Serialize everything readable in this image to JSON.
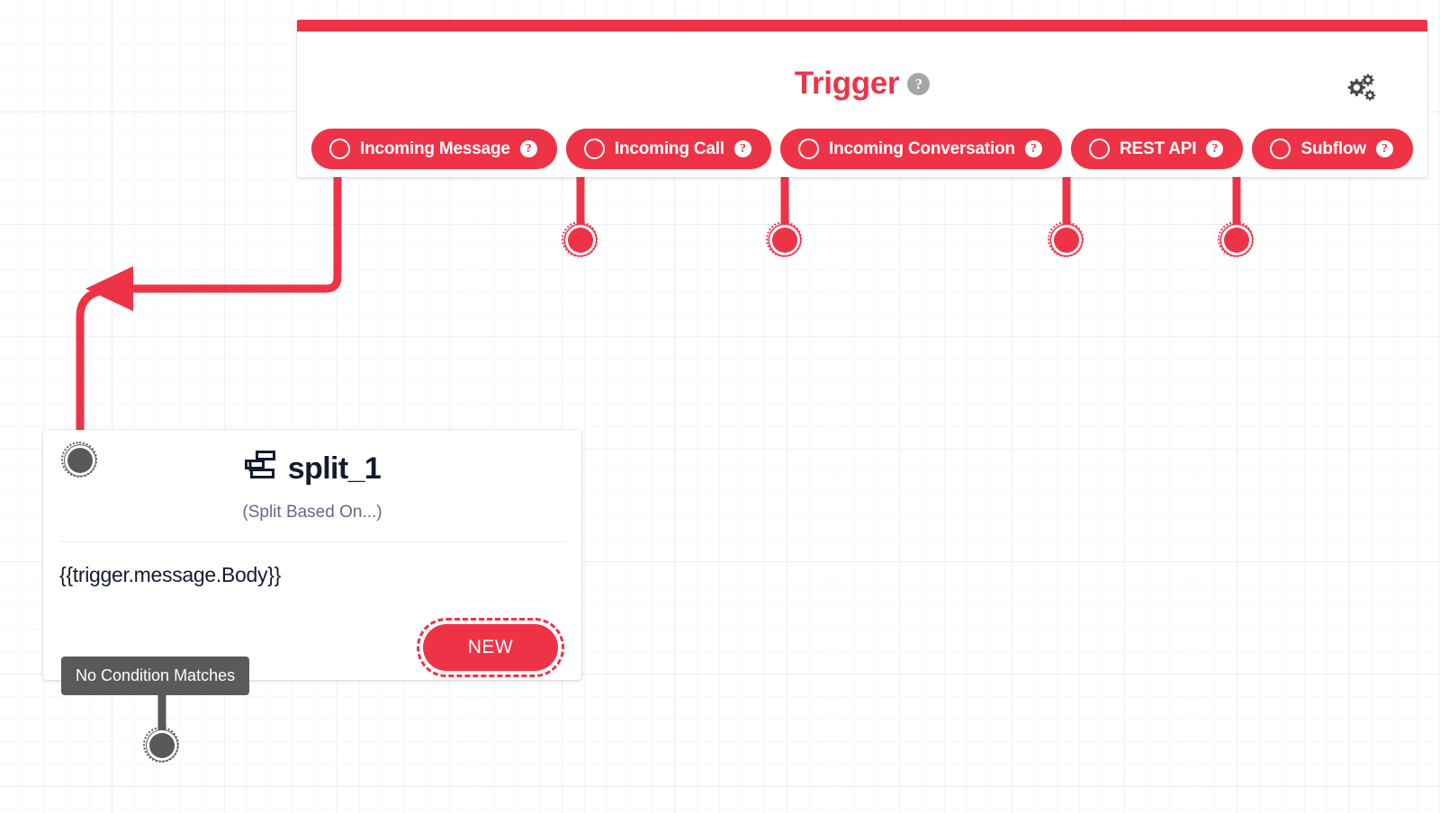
{
  "canvas": {
    "grid_color": "#e8f1fb",
    "background": "#ffffff"
  },
  "theme": {
    "accent_red": "#ef3347",
    "dark_text": "#121c2d",
    "gray_node": "#595959",
    "tooltip_bg": "#5a5a5a"
  },
  "trigger_panel": {
    "title": "Trigger",
    "title_help_glyph": "?",
    "settings_icon": "gears-icon",
    "triggers": [
      {
        "label": "Incoming Message",
        "help_glyph": "?",
        "connected": true
      },
      {
        "label": "Incoming Call",
        "help_glyph": "?",
        "connected": false
      },
      {
        "label": "Incoming Conversation",
        "help_glyph": "?",
        "connected": false
      },
      {
        "label": "REST API",
        "help_glyph": "?",
        "connected": false
      },
      {
        "label": "Subflow",
        "help_glyph": "?",
        "connected": false
      }
    ]
  },
  "split_node": {
    "icon": "split-rows-icon",
    "title": "split_1",
    "subtitle": "(Split Based On...)",
    "expression": "{{trigger.message.Body}}",
    "new_button_label": "NEW",
    "no_match_tooltip": "No Condition Matches"
  }
}
